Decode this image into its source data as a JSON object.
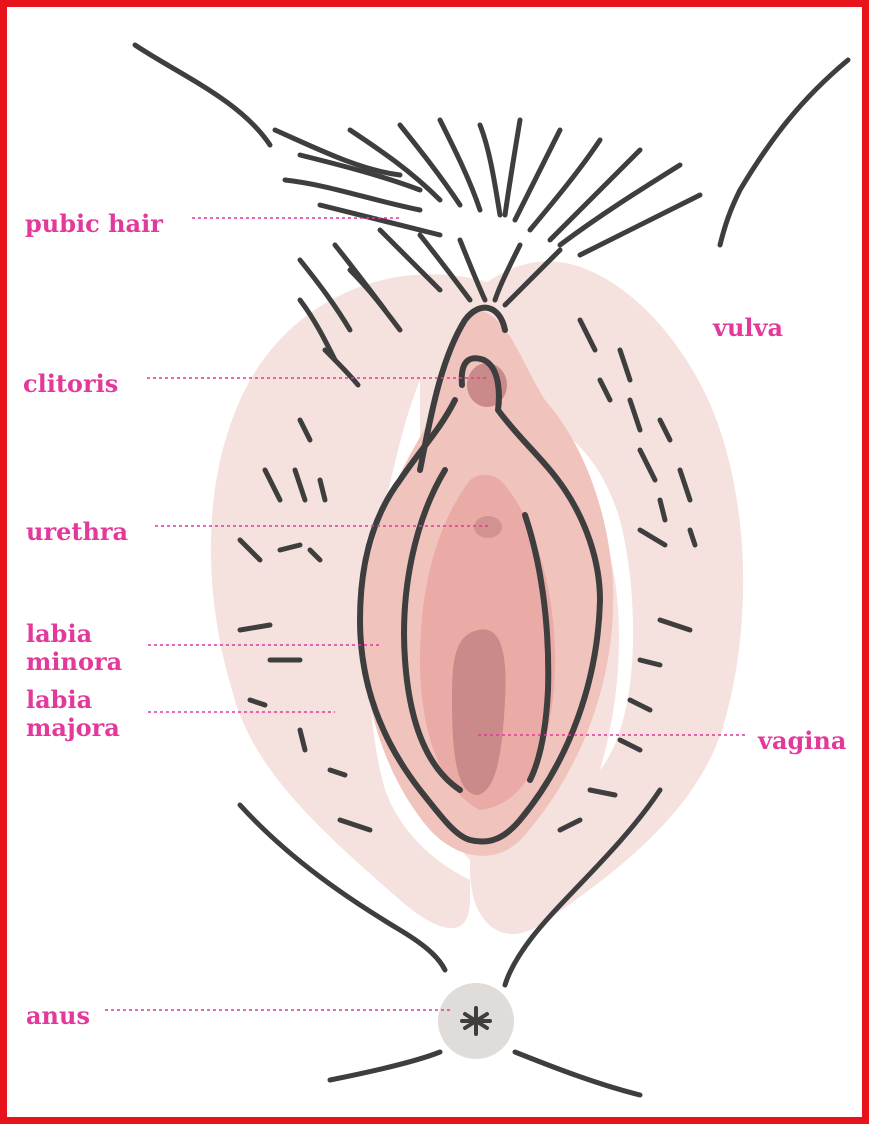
{
  "labels": {
    "pubic_hair": "pubic hair",
    "clitoris": "clitoris",
    "urethra": "urethra",
    "labia_minora_1": "labia",
    "labia_minora_2": "minora",
    "labia_majora_1": "labia",
    "labia_majora_2": "majora",
    "vagina": "vagina",
    "vulva": "vulva",
    "anus": "anus"
  },
  "colors": {
    "label": "#e2399b",
    "frame": "#e8141b",
    "outer_skin": "#f5e2df",
    "minora_fill": "#f1c3bd",
    "inner_fill": "#eaaaa6",
    "vagina_fill": "#c98a89",
    "clitoris_fill": "#c98a89",
    "urethra_fill": "#d29390",
    "anus_fill": "#e0dcda",
    "ink": "#3e3e3e"
  }
}
